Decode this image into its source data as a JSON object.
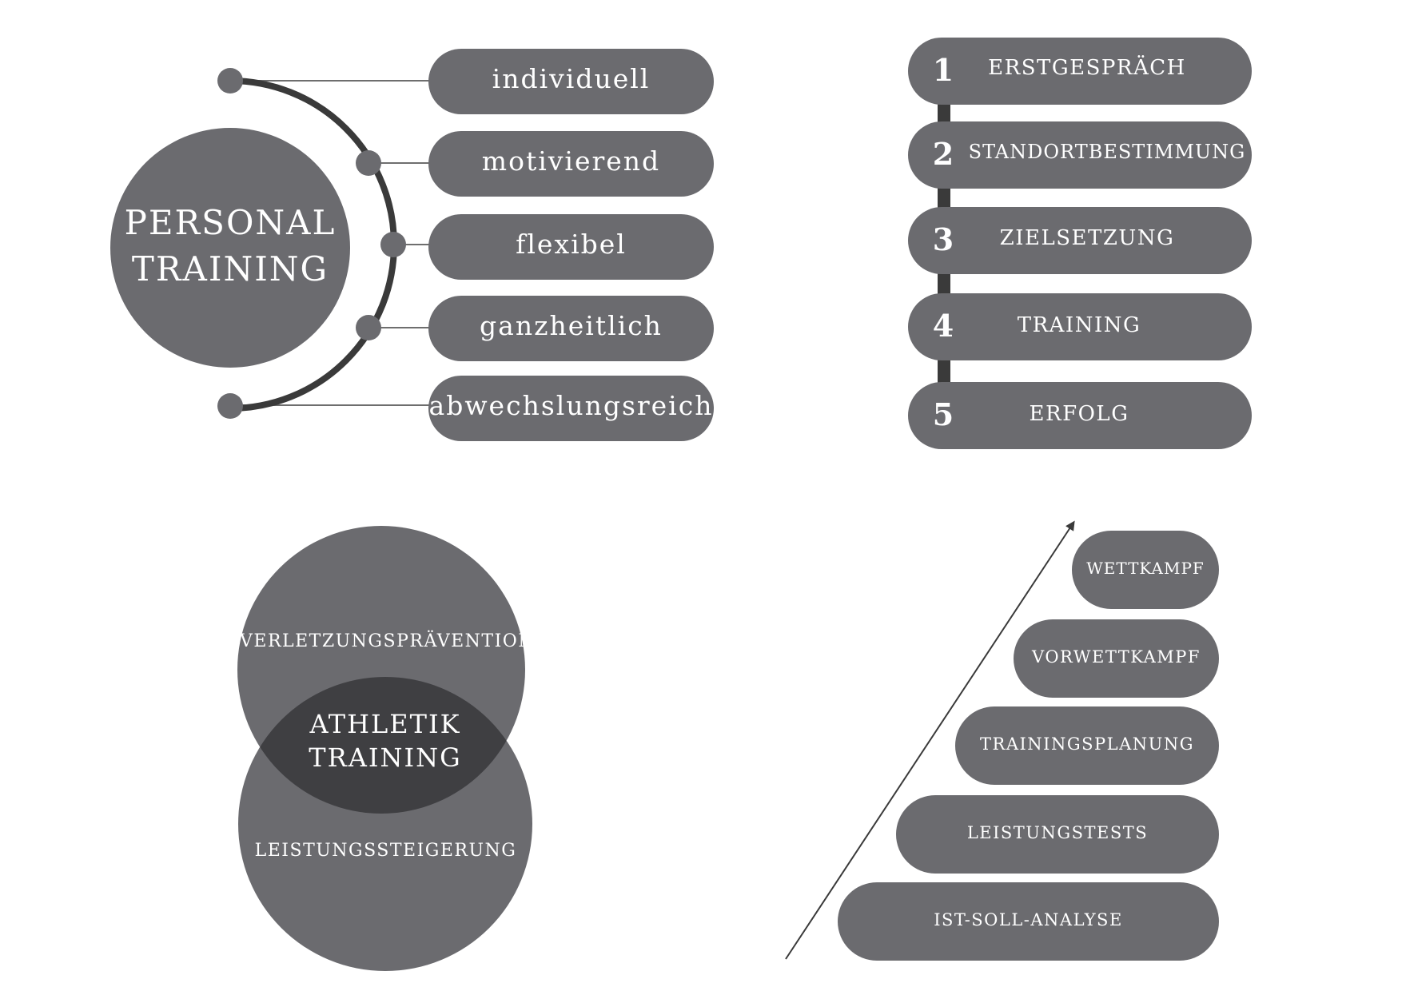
{
  "colors": {
    "shape_fill": "#6b6b6f",
    "overlap_fill": "#3f3f42",
    "line_dark": "#3a3a3a",
    "connector_line": "#6e6e6e",
    "text": "#ffffff"
  },
  "personal_training": {
    "title_line1": "PERSONAL",
    "title_line2": "TRAINING",
    "attributes": [
      "individuell",
      "motivierend",
      "flexibel",
      "ganzheitlich",
      "abwechslungsreich"
    ]
  },
  "process_steps": {
    "steps": [
      {
        "number": "1",
        "label": "ERSTGESPRÄCH"
      },
      {
        "number": "2",
        "label": "STANDORTBESTIMMUNG"
      },
      {
        "number": "3",
        "label": "ZIELSETZUNG"
      },
      {
        "number": "4",
        "label": "TRAINING"
      },
      {
        "number": "5",
        "label": "ERFOLG"
      }
    ]
  },
  "athletik": {
    "top_label": "VERLETZUNGSPRÄVENTION",
    "bottom_label": "LEISTUNGSSTEIGERUNG",
    "center_line1": "ATHLETIK",
    "center_line2": "TRAINING"
  },
  "staircase": {
    "levels": [
      "WETTKAMPF",
      "VORWETTKAMPF",
      "TRAININGSPLANUNG",
      "LEISTUNGSTESTS",
      "IST-SOLL-ANALYSE"
    ]
  }
}
